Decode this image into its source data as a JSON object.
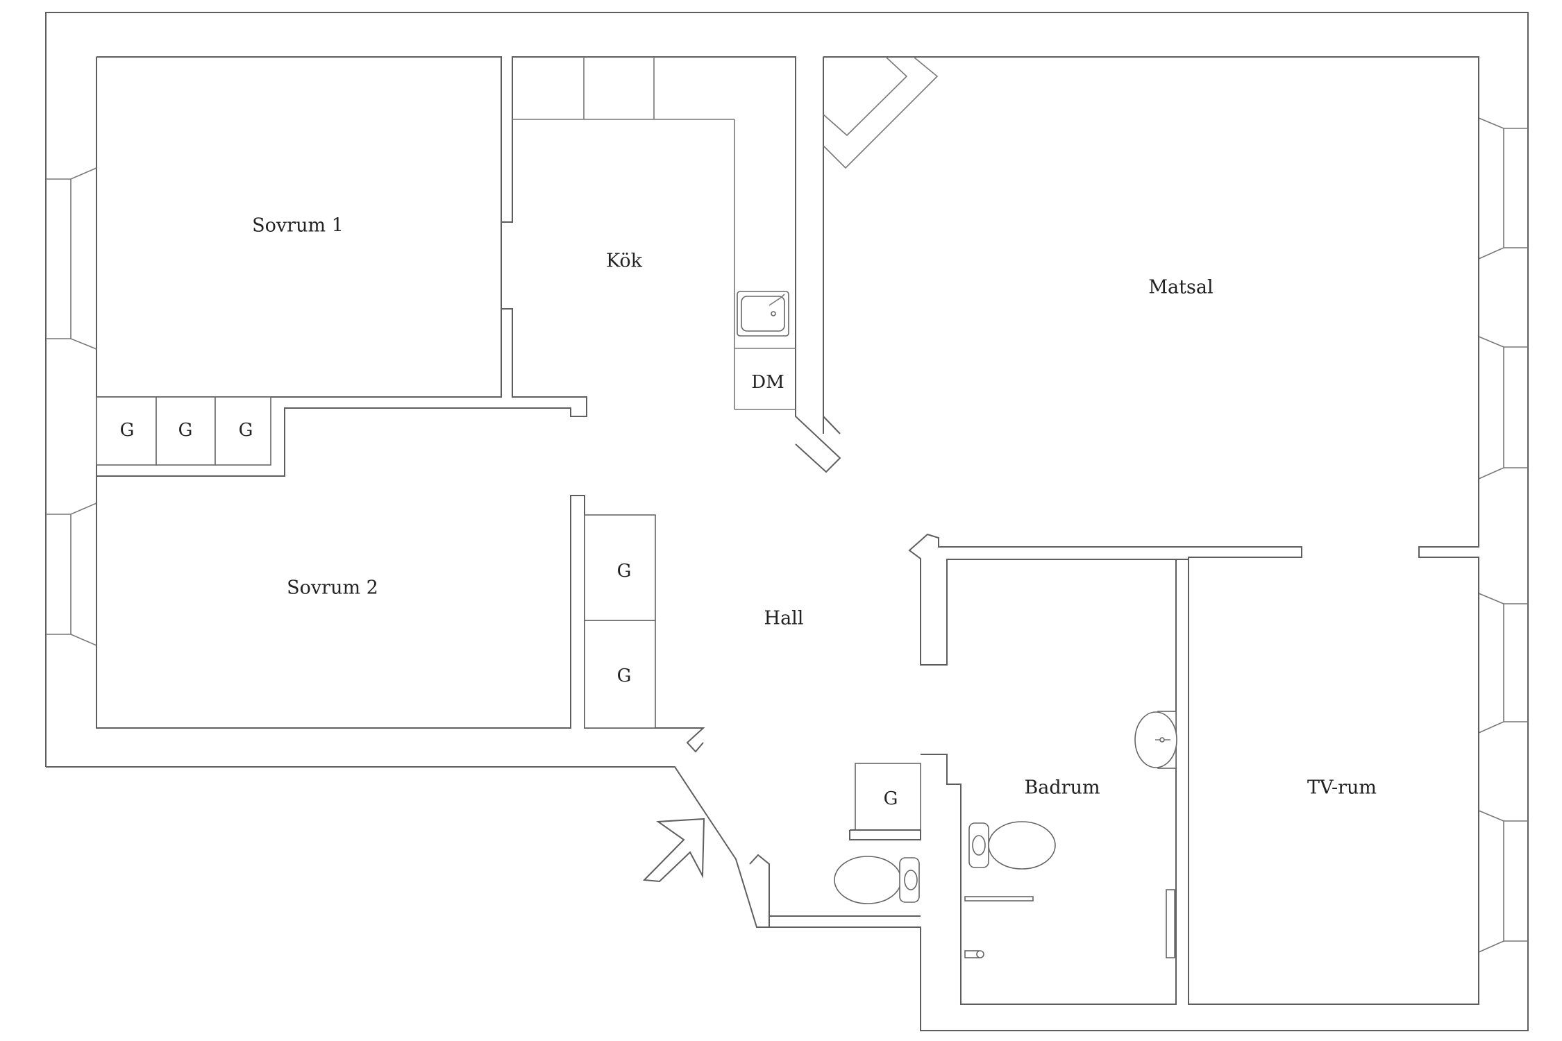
{
  "rooms": {
    "sovrum1": "Sovrum 1",
    "kok": "Kök",
    "matsal": "Matsal",
    "sovrum2": "Sovrum 2",
    "hall": "Hall",
    "badrum": "Badrum",
    "tvrum": "TV-rum"
  },
  "fixtures": {
    "dishwasher": "DM",
    "closet": "G"
  }
}
